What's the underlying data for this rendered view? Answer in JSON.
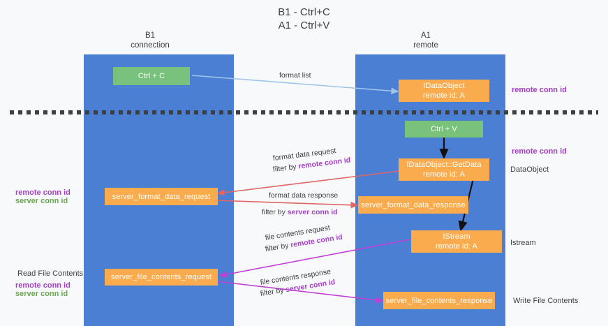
{
  "title": "B1 - Ctrl+C\nA1 - Ctrl+V",
  "colors": {
    "lane": "#4a7fd4",
    "box_green": "#79c27c",
    "box_orange": "#f9ab4e",
    "remote_conn_id": "#a63fc6",
    "server_conn_id": "#6aa84f",
    "arrow_blue": "#9fc5e8",
    "arrow_red": "#e06666",
    "arrow_magenta": "#c13fd6",
    "arrow_black": "#000000",
    "background": "#f8f9fa"
  },
  "columns": [
    {
      "name": "B1",
      "subtitle": "connection",
      "header": "B1\nconnection"
    },
    {
      "name": "A1",
      "subtitle": "remote",
      "header": "A1\nremote"
    }
  ],
  "boxes": {
    "ctrl_c": "Ctrl + C",
    "ctrl_v": "Ctrl + V",
    "idataobject": "IDataObject\nremote id: A",
    "idataobject_getdata": "IDataObject::GetData\nremote id: A",
    "server_format_data_request": "server_format_data_request",
    "server_format_data_response": "server_format_data_response",
    "istream": "IStream\nremote id: A",
    "server_file_contents_request": "server_file_contents_request",
    "server_file_contents_response": "server_file_contents_response"
  },
  "arrow_labels": {
    "format_list": "format list",
    "format_data_request": "format data request",
    "format_data_request_filter_prefix": "filter by ",
    "format_data_request_filter_key": "remote conn id",
    "format_data_response": "format data response",
    "format_data_response_filter_prefix": "filter by ",
    "format_data_response_filter_key": "server conn id",
    "file_contents_request": "file contents request",
    "file_contents_request_filter_prefix": "filter by ",
    "file_contents_request_filter_key": "remote conn id",
    "file_contents_response": "file contents response",
    "file_contents_response_filter_prefix": "filter by ",
    "file_contents_response_filter_key": "server conn id"
  },
  "annotations": {
    "right_remote_conn_id_top": "remote conn id",
    "right_remote_conn_id_mid": "remote conn id",
    "right_dataobject": "DataObject",
    "right_istream": "Istream",
    "right_write_file_contents": "Write File Contents",
    "left_remote_conn_id": "remote conn id",
    "left_server_conn_id": "server conn id",
    "left_read_file_contents": "Read File Contents",
    "left_bottom_remote_conn_id": "remote conn id",
    "left_bottom_server_conn_id": "server conn id"
  }
}
